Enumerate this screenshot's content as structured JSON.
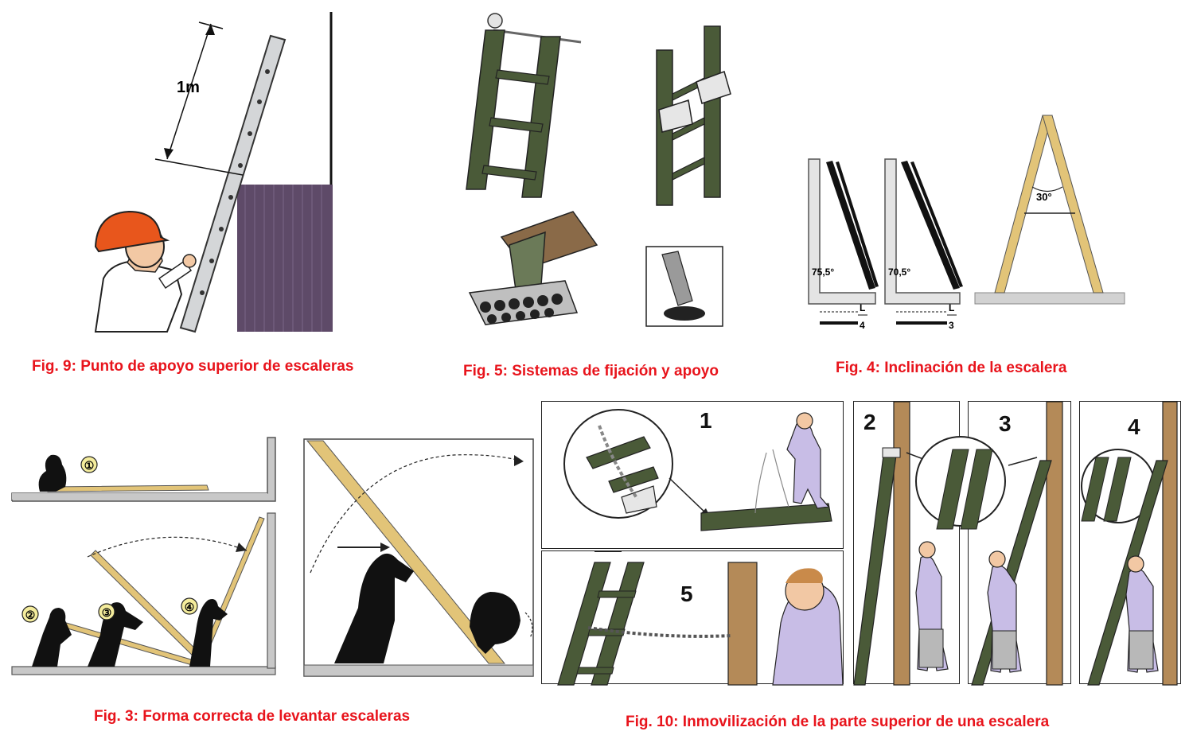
{
  "captions": {
    "fig9": "Fig. 9: Punto de apoyo superior de escaleras",
    "fig5": "Fig. 5: Sistemas de fijación y apoyo",
    "fig4": "Fig. 4: Inclinación de la escalera",
    "fig3": "Fig. 3: Forma correcta de levantar escaleras",
    "fig10": "Fig. 10: Inmovilización de la parte superior de una escalera"
  },
  "fig9": {
    "dimension_label": "1m"
  },
  "fig4": {
    "angle_a": "75,5°",
    "angle_b": "70,5°",
    "angle_c": "30°",
    "ratio_a_num": "L",
    "ratio_a_den": "4",
    "ratio_b_num": "L",
    "ratio_b_den": "3"
  },
  "fig3": {
    "steps": [
      "①",
      "②",
      "③",
      "④"
    ]
  },
  "fig10": {
    "steps": [
      "1",
      "2",
      "3",
      "4",
      "5"
    ]
  },
  "colors": {
    "caption": "#e8141c",
    "ladder_dark": "#4a5a38",
    "ladder_wood": "#e2c478",
    "pole": "#b48a58",
    "wall": "#5e4a68",
    "helmet": "#e8561c",
    "shirt": "#c8bde6",
    "ground": "#c8c8c8"
  }
}
